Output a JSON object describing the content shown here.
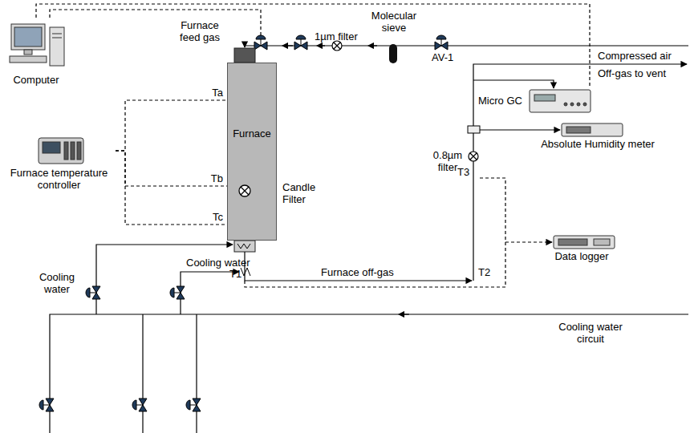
{
  "diagram": {
    "nodes": [
      {
        "text": [
          "Computer"
        ]
      },
      {
        "text": [
          "Furnace temperature controller"
        ]
      },
      {
        "text": [
          "Furnace"
        ]
      },
      {
        "text": [
          "Micro GC"
        ]
      },
      {
        "text": [
          "Absolute Humidity meter"
        ]
      },
      {
        "text": [
          "Data logger"
        ]
      }
    ],
    "edges": [
      {
        "from": 0,
        "to": 3,
        "arrow": "none"
      },
      {
        "from": 1,
        "to": 2,
        "label": "Ta",
        "arrow": "none"
      },
      {
        "from": 1,
        "to": 2,
        "label": "Tb",
        "arrow": "none"
      },
      {
        "from": 1,
        "to": 2,
        "label": "Tc",
        "arrow": "none"
      }
    ],
    "labels": [
      "Compressed air",
      "Molecular sieve",
      "1µm filter",
      "AV-1",
      "Furnace feed gas",
      "Candle Filter",
      "Off-gas to vent",
      "0.8µm filter",
      "T3",
      "T1",
      "T2",
      "Furnace off-gas",
      "Cooling water",
      "Cooling water",
      "Cooling water circuit"
    ]
  }
}
